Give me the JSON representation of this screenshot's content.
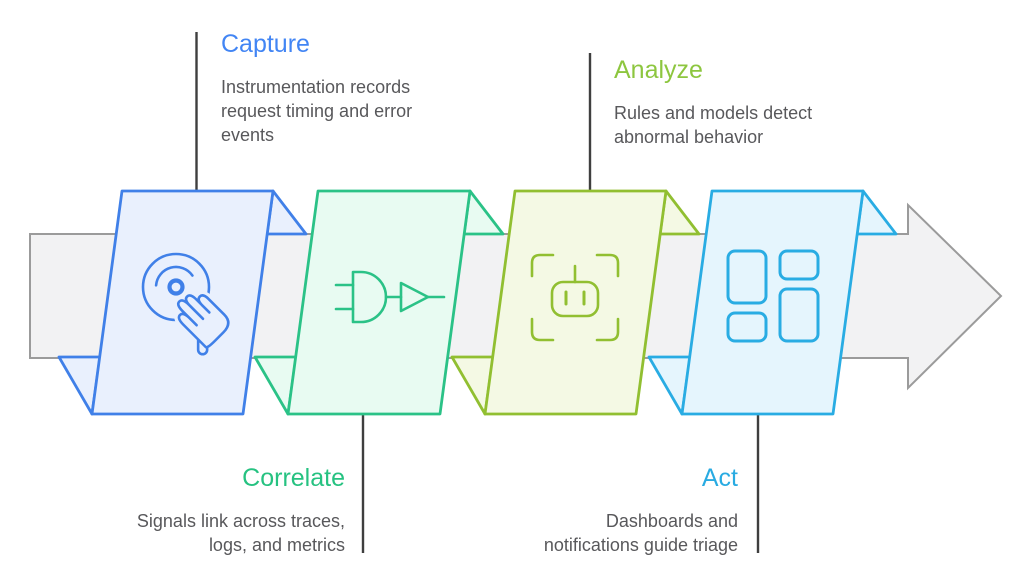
{
  "canvas_background": "#FFFFFF",
  "flow_arrow": {
    "fill": "#F2F2F3",
    "stroke": "#9B9B9B"
  },
  "connector_color": "#3F3F3F",
  "description_color": "#58585B",
  "stages": [
    {
      "title": "Capture",
      "description": "Instrumentation records request timing and error events",
      "label_position": "top",
      "accent": "#4285F4",
      "border": "#4080E8",
      "fill": "#E9F0FD",
      "icon": "disc-touch-icon"
    },
    {
      "title": "Correlate",
      "description": "Signals link across traces, logs, and metrics",
      "label_position": "bottom",
      "accent": "#26C281",
      "border": "#2BC287",
      "fill": "#E8FBF2",
      "icon": "logic-gate-icon"
    },
    {
      "title": "Analyze",
      "description": "Rules and models detect abnormal behavior",
      "label_position": "top",
      "accent": "#8DC63F",
      "border": "#91BF31",
      "fill": "#F4F9E4",
      "icon": "robot-scan-icon"
    },
    {
      "title": "Act",
      "description": "Dashboards and notifications guide triage",
      "label_position": "bottom",
      "accent": "#29ABE2",
      "border": "#29ACE3",
      "fill": "#E5F5FD",
      "icon": "dashboard-grid-icon"
    }
  ]
}
